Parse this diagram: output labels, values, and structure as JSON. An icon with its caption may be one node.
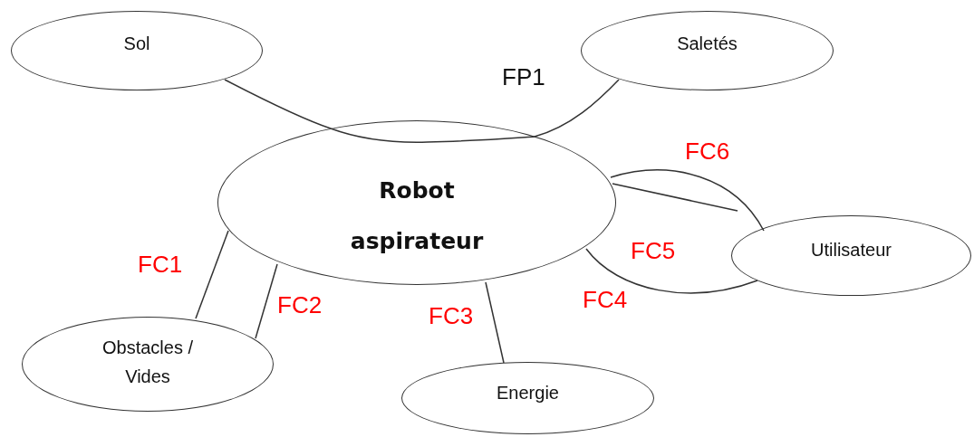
{
  "diagram": {
    "nodes": [
      {
        "text": [
          "Robot aspirateur"
        ]
      },
      {
        "text": [
          "Sol"
        ]
      },
      {
        "text": [
          "Saletés"
        ]
      },
      {
        "text": [
          "Utilisateur"
        ]
      },
      {
        "text": [
          "Obstacles / Vides"
        ]
      },
      {
        "text": [
          "Energie"
        ]
      }
    ],
    "edges": [
      {
        "from": 1,
        "to": 0,
        "arrow": "none"
      },
      {
        "from": 0,
        "to": 2,
        "arrow": "none",
        "label": "FP1"
      },
      {
        "from": 0,
        "to": 3,
        "arrow": "none",
        "label": "FC6"
      },
      {
        "from": 0,
        "to": 3,
        "arrow": "none",
        "label": "FC5"
      },
      {
        "from": 0,
        "to": 3,
        "arrow": "none",
        "label": "FC4"
      },
      {
        "from": 0,
        "to": 4,
        "arrow": "none",
        "label": "FC1"
      },
      {
        "from": 0,
        "to": 4,
        "arrow": "none",
        "label": "FC2"
      },
      {
        "from": 0,
        "to": 5,
        "arrow": "none",
        "label": "FC3"
      }
    ]
  }
}
